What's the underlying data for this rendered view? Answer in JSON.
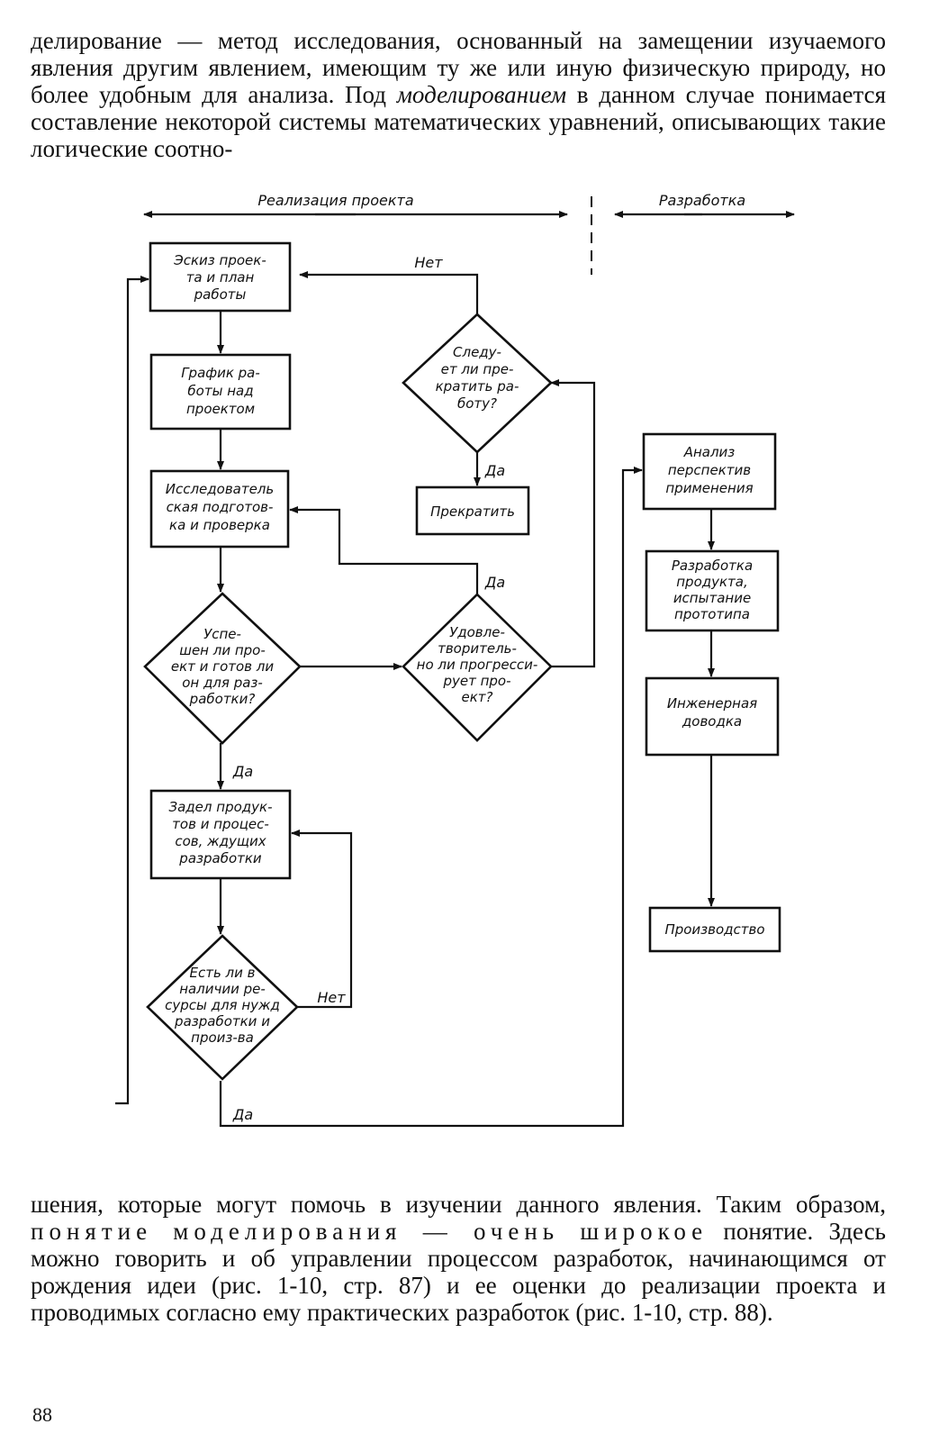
{
  "text_top": {
    "part1": "делирование — метод исследования, основанный на замещении изучаемого явления другим явлением, имеющим ту же или иную физическую природу, но более удобным для анализа. Под ",
    "emphasis": "моделированием",
    "part2": " в данном случае понимается составление некоторой системы математических уравнений, описывающих такие логические соотно-"
  },
  "diagram": {
    "header_left": "Реализация проекта",
    "header_right": "Разработка",
    "boxes": {
      "sketch": [
        "Эскиз проек-",
        "та и план",
        "работы"
      ],
      "schedule": [
        "График ра-",
        "боты над",
        "проектом"
      ],
      "research": [
        "Исследователь",
        "ская подготов-",
        "ка и проверка"
      ],
      "backlog": [
        "Задел продук-",
        "тов и процес-",
        "сов, ждущих",
        "разработки"
      ],
      "stop": [
        "Прекратить"
      ],
      "analysis": [
        "Анализ",
        "перспектив",
        "применения"
      ],
      "product_dev": [
        "Разработка",
        "продукта,",
        "испытание",
        "прототипа"
      ],
      "engineering": [
        "Инженерная",
        "доводка"
      ],
      "production": [
        "Производство"
      ]
    },
    "decisions": {
      "stop_work": [
        "Следу-",
        "ет ли пре-",
        "кратить ра-",
        "боту?"
      ],
      "success": [
        "Успе-",
        "шен ли про-",
        "ект и готов ли",
        "он для раз-",
        "работки?"
      ],
      "progress": [
        "Удовле-",
        "творитель-",
        "но ли прогресси-",
        "рует про-",
        "ект?"
      ],
      "resources": [
        "Есть ли в",
        "наличии ре-",
        "сурсы для нужд",
        "разработки и",
        "произ-ва"
      ]
    },
    "edge_labels": {
      "no_stop": "Нет",
      "yes_stop": "Да",
      "yes_progress": "Да",
      "yes_success": "Да",
      "no_resources": "Нет",
      "yes_resources": "Да"
    }
  },
  "text_bottom": {
    "part1": "шения, которые могут помочь в изучении данного явления. Таким образом, ",
    "spaced": "понятие моделирования — очень широкое",
    "part2": " понятие. Здесь можно говорить и об управлении процессом разработок, начинающимся от рождения идеи (рис. 1-10, стр. 87) и ее оценки до реализации проекта и проводимых согласно ему практических разработок (рис. 1-10, стр. 88)."
  },
  "page_number": "88"
}
